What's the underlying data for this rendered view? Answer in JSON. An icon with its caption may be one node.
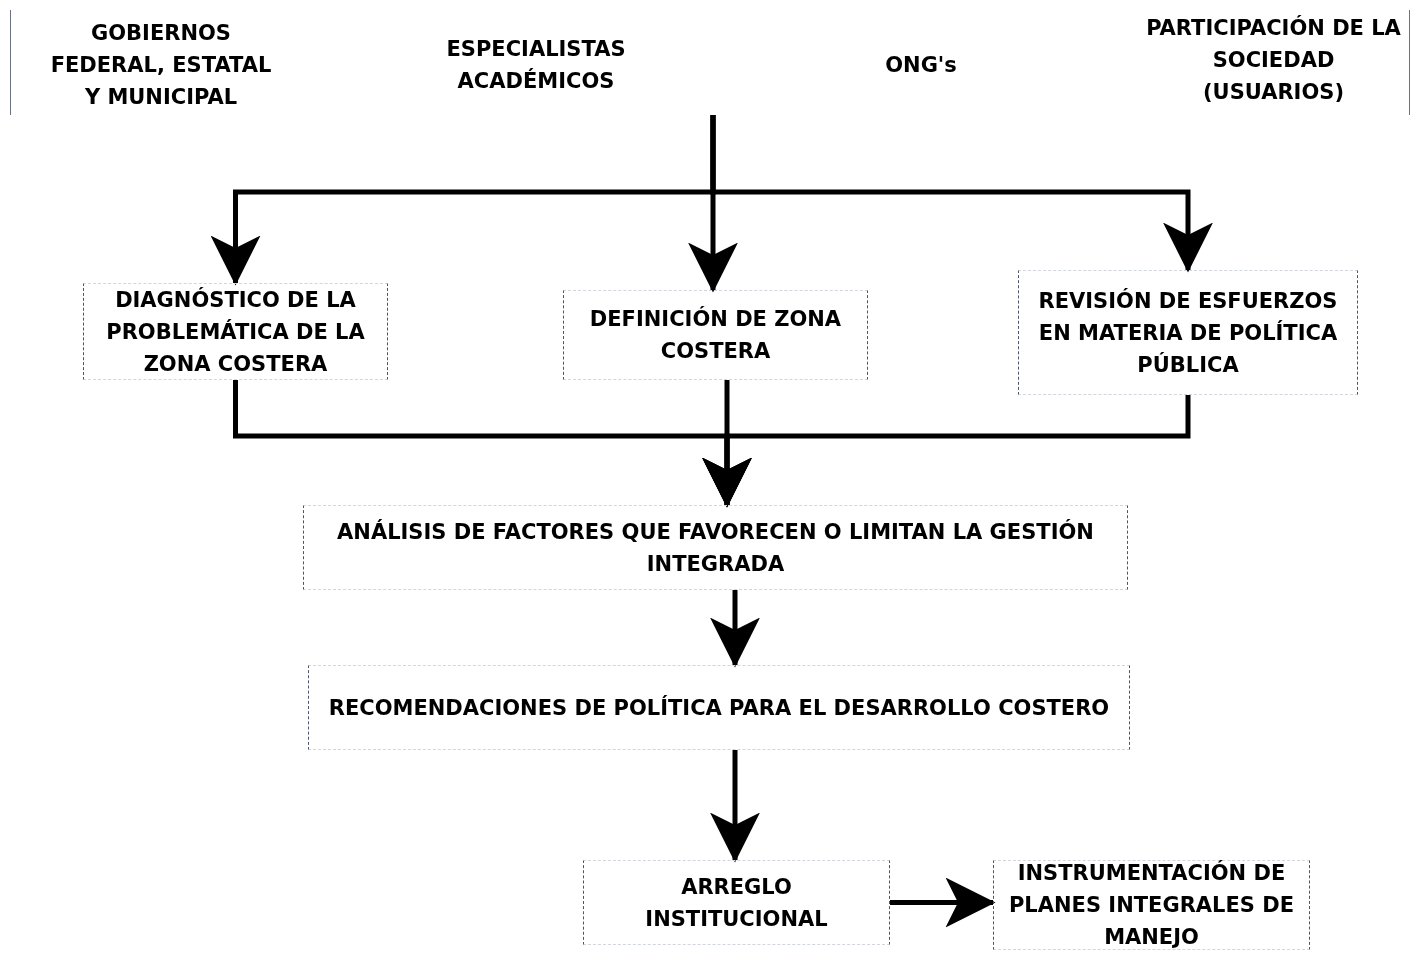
{
  "diagram": {
    "nodes": [
      {
        "text": [],
        "shape": "box"
      },
      {
        "text": [
          "GOBIERNOS FEDERAL, ESTATAL Y MUNICIPAL"
        ],
        "in": 0
      },
      {
        "text": [
          "ESPECIALISTAS ACADÉMICOS"
        ],
        "in": 0
      },
      {
        "text": [
          "ONG's"
        ],
        "in": 0
      },
      {
        "text": [
          "PARTICIPACIÓN DE LA SOCIEDAD (USUARIOS)"
        ],
        "in": 0
      },
      {
        "text": [
          "DIAGNÓSTICO DE LA PROBLEMÁTICA DE LA ZONA COSTERA"
        ]
      },
      {
        "text": [
          "DEFINICIÓN DE ZONA COSTERA"
        ]
      },
      {
        "text": [
          "REVISIÓN DE ESFUERZOS EN MATERIA DE POLÍTICA PÚBLICA"
        ]
      },
      {
        "text": [
          "ANÁLISIS DE FACTORES QUE FAVORECEN O LIMITAN LA GESTIÓN INTEGRADA"
        ]
      },
      {
        "text": [
          "RECOMENDACIONES DE POLÍTICA PARA EL DESARROLLO COSTERO"
        ]
      },
      {
        "text": [
          "ARREGLO INSTITUCIONAL"
        ]
      },
      {
        "text": [
          "INSTRUMENTACIÓN DE PLANES INTEGRALES DE MANEJO"
        ]
      }
    ],
    "edges": [
      {
        "from": 0,
        "to": 5,
        "arrow": "to"
      },
      {
        "from": 0,
        "to": 6,
        "arrow": "to"
      },
      {
        "from": 0,
        "to": 7,
        "arrow": "to"
      },
      {
        "from": 5,
        "to": 8,
        "arrow": "to"
      },
      {
        "from": 6,
        "to": 8,
        "arrow": "to"
      },
      {
        "from": 7,
        "to": 8,
        "arrow": "to"
      },
      {
        "from": 8,
        "to": 9,
        "arrow": "to"
      },
      {
        "from": 9,
        "to": 10,
        "arrow": "to"
      },
      {
        "from": 10,
        "to": 11,
        "arrow": "to"
      }
    ]
  }
}
